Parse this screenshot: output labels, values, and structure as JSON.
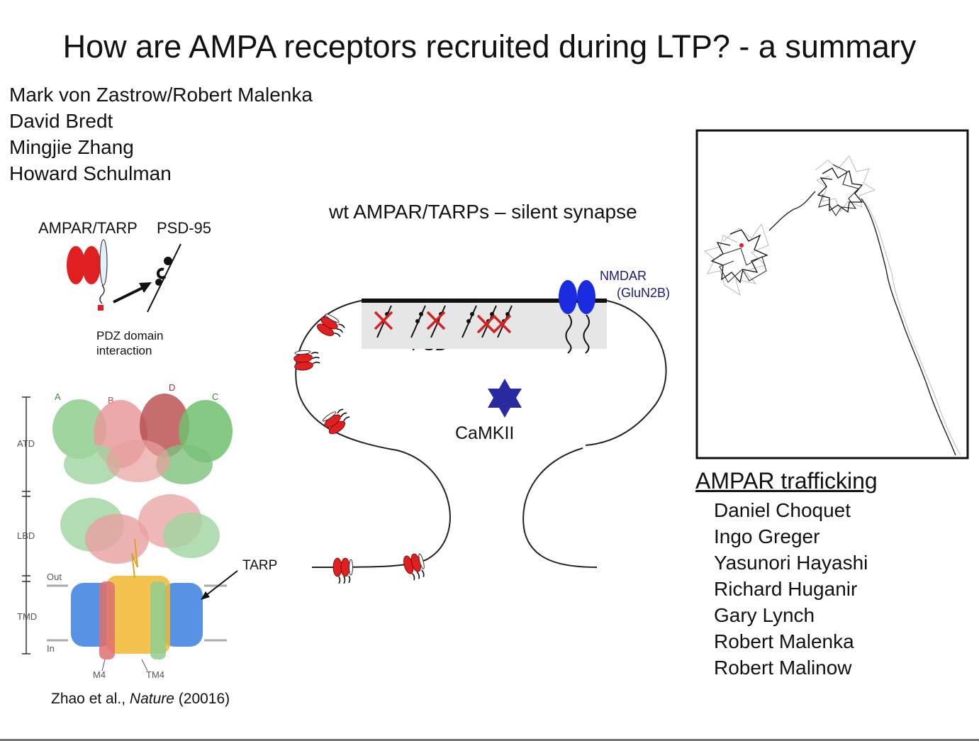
{
  "slide": {
    "title": "How are AMPA receptors recruited during LTP? - a summary",
    "left_names": [
      "Mark von Zastrow/Robert Malenka",
      "David Bredt",
      "Mingjie Zhang",
      "Howard Schulman"
    ],
    "pdz_panel": {
      "label_ampar_tarp": "AMPAR/TARP",
      "label_psd95": "PSD-95",
      "label_pdz": "PDZ domain\ninteraction"
    },
    "structure_panel": {
      "subunits": [
        "A",
        "B",
        "D",
        "C"
      ],
      "domains": [
        "ATD",
        "LBD",
        "TMD"
      ],
      "membrane": [
        "Out",
        "In"
      ],
      "helices": [
        "M4",
        "TM4"
      ],
      "tarp_label": "TARP",
      "citation_prefix": "Zhao et al., ",
      "citation_journal": "Nature",
      "citation_year": " (20016)"
    },
    "synapse_panel": {
      "title": "wt AMPAR/TARPs – silent synapse",
      "psd_label": "PSD",
      "nmdar_label": "NMDAR",
      "nmdar_subunit": "(GluN2B)",
      "camkii_label": "CaMKII"
    },
    "trafficking": {
      "heading": "AMPAR trafficking",
      "names": [
        "Daniel Choquet",
        "Ingo Greger",
        "Yasunori Hayashi",
        "Richard Huganir",
        "Gary Lynch",
        "Robert Malenka",
        "Robert Malinow"
      ]
    },
    "colors": {
      "ampar_red": "#e02020",
      "nmdar_blue": "#1a2be0",
      "camkii_navy": "#2a2aa0",
      "psd_gray": "#e6e6e6",
      "text_navy": "#1b1b7a"
    }
  }
}
